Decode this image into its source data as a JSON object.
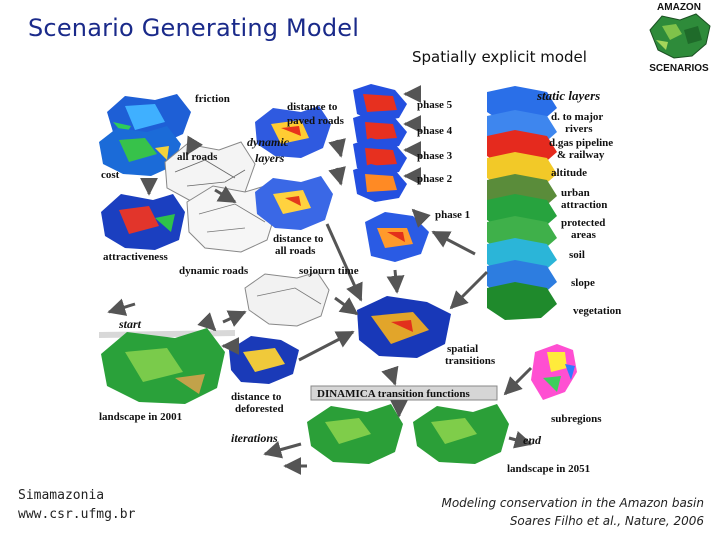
{
  "header": {
    "title": "Scenario Generating Model",
    "subtitle": "Spatially explicit model"
  },
  "logo": {
    "top_text": "AMAZON",
    "bottom_text": "SCENARIOS"
  },
  "footer": {
    "left_line1": "Simamazonia",
    "left_line2": "www.csr.ufmg.br",
    "right_line1": "Modeling conservation in the Amazon basin",
    "right_line2": "Soares Filho et al., Nature, 2006"
  },
  "diagram": {
    "friction": "friction",
    "distance_to": "distance to",
    "paved_roads": "paved roads",
    "dynamic": "dynamic",
    "layers": "layers",
    "all_roads": "all roads",
    "cost": "cost",
    "attractiveness": "attractiveness",
    "dynamic_roads": "dynamic roads",
    "distance_to_all": "distance to",
    "all_roads2": "all roads",
    "sojourn_time": "sojourn time",
    "phase5": "phase 5",
    "phase4": "phase 4",
    "phase3": "phase 3",
    "phase2": "phase 2",
    "phase1": "phase 1",
    "static_layers": "static layers",
    "d_to_major": "d. to major",
    "rivers": "rivers",
    "gas_pipeline": "d.gas pipeline",
    "railway": "& railway",
    "altitude": "altitude",
    "urban": "urban",
    "attraction": "attraction",
    "protected": "protected",
    "areas": "areas",
    "soil": "soil",
    "slope": "slope",
    "vegetation": "vegetation",
    "start": "start",
    "spatial": "spatial",
    "transitions": "transitions",
    "distance_to_def": "distance to",
    "deforested": "deforested",
    "dinamica": "DINAMICA transition functions",
    "landscape_2001": "landscape in 2001",
    "subregions": "subregions",
    "iterations": "iterations",
    "end": "end",
    "landscape_2051": "landscape in 2051"
  }
}
